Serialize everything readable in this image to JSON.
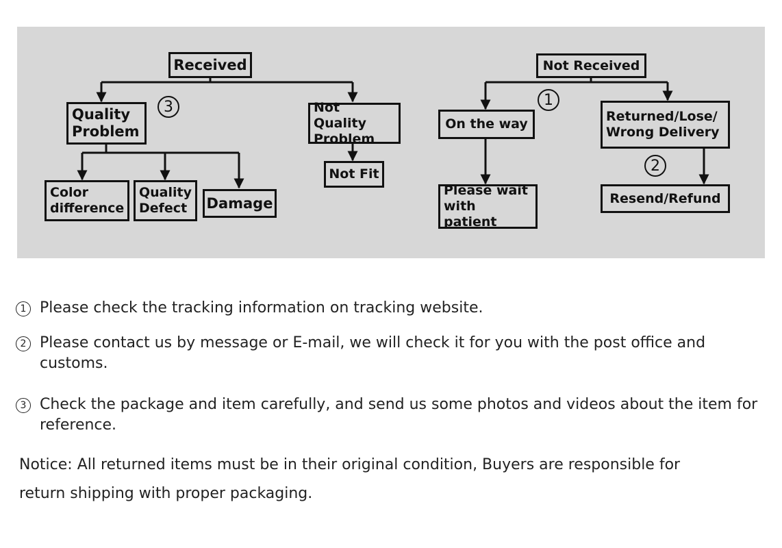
{
  "diagram": {
    "received": {
      "root": "Received",
      "quality_problem": "Quality\nProblem",
      "not_quality_problem": "Not Quality\nProblem",
      "color_difference": "Color\ndifference",
      "quality_defect": "Quality\nDefect",
      "damage": "Damage",
      "not_fit": "Not Fit",
      "marker": "3"
    },
    "not_received": {
      "root": "Not Received",
      "on_the_way": "On the way",
      "returned_lose": "Returned/Lose/\nWrong Delivery",
      "please_wait": "Please wait\nwith patient",
      "resend_refund": "Resend/Refund",
      "marker_1": "1",
      "marker_2": "2"
    }
  },
  "notes": [
    {
      "marker": "1",
      "text": "Please check the tracking information on tracking website."
    },
    {
      "marker": "2",
      "text": "Please contact us by message or E-mail, we will check it for you with the post office and customs."
    },
    {
      "marker": "3",
      "text": "Check the package and item carefully, and send us some photos and videos about the item for reference."
    }
  ],
  "notice": {
    "line1": "Notice: All returned items must be in their original condition, Buyers are responsible for",
    "line2": "return shipping with proper packaging."
  }
}
